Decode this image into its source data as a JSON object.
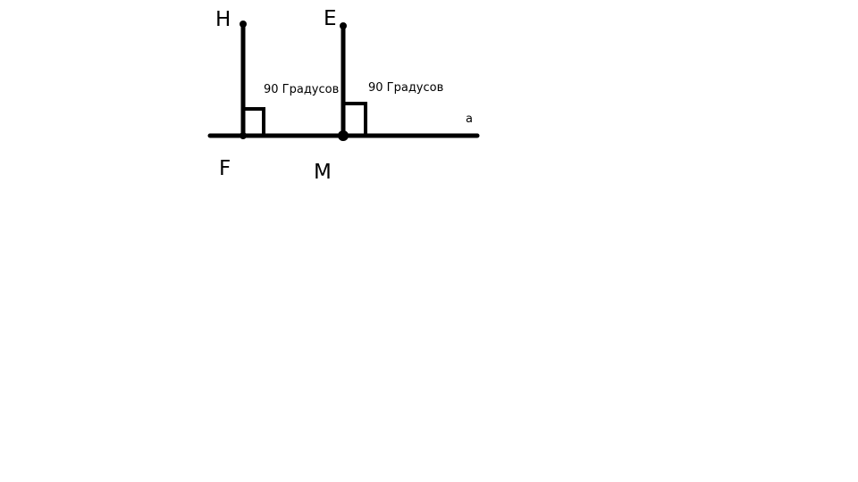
{
  "points": {
    "H": "H",
    "E": "E",
    "F": "F",
    "M": "M"
  },
  "line_label": "a",
  "angles": {
    "left": "90 Градусов",
    "right": "90 Градусов"
  },
  "colors": {
    "ink": "#000000",
    "background": "#ffffff"
  }
}
